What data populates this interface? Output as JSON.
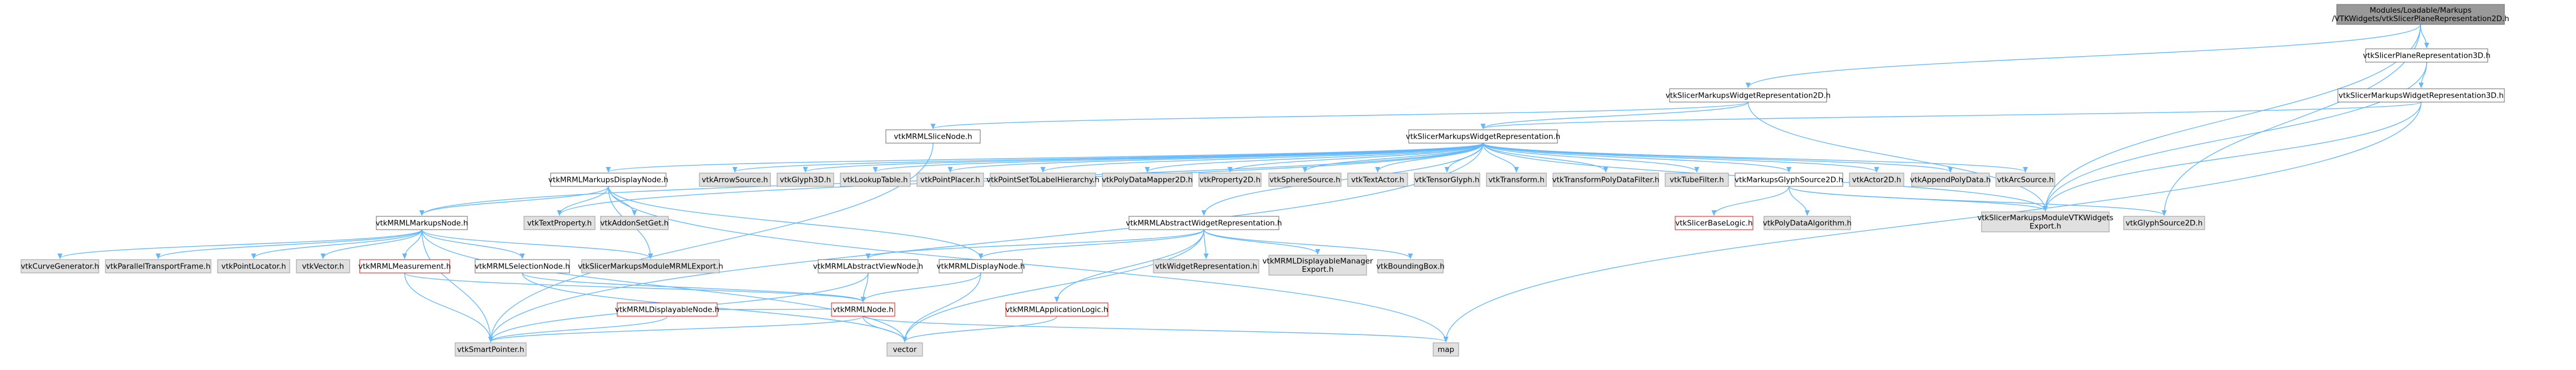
{
  "diagram": {
    "colors": {
      "focus_fill": "#999999",
      "focus_border": "#666666",
      "normal_fill": "#ffffff",
      "normal_border": "#666666",
      "external_fill": "#e0e0e0",
      "external_border": "#999999",
      "red_border": "#ff0000",
      "red_text": "#ff0000",
      "edge": "#63b8ff"
    },
    "nodes": [
      {
        "id": "root",
        "kind": "focus",
        "lines": [
          "Modules/Loadable/Markups",
          "/VTKWidgets/vtkSlicerPlaneRepresentation2D.h"
        ]
      },
      {
        "id": "plane3d",
        "kind": "normal",
        "lines": [
          "vtkSlicerPlaneRepresentation3D.h"
        ]
      },
      {
        "id": "mwr2d",
        "kind": "normal",
        "lines": [
          "vtkSlicerMarkupsWidgetRepresentation2D.h"
        ]
      },
      {
        "id": "mwr3d",
        "kind": "normal",
        "lines": [
          "vtkSlicerMarkupsWidgetRepresentation3D.h"
        ]
      },
      {
        "id": "slicenode",
        "kind": "normal",
        "lines": [
          "vtkMRMLSliceNode.h"
        ]
      },
      {
        "id": "mwr",
        "kind": "normal",
        "lines": [
          "vtkSlicerMarkupsWidgetRepresentation.h"
        ]
      },
      {
        "id": "mdn",
        "kind": "normal",
        "lines": [
          "vtkMRMLMarkupsDisplayNode.h"
        ]
      },
      {
        "id": "arrow",
        "kind": "external",
        "lines": [
          "vtkArrowSource.h"
        ]
      },
      {
        "id": "glyph3d",
        "kind": "external",
        "lines": [
          "vtkGlyph3D.h"
        ]
      },
      {
        "id": "lut",
        "kind": "external",
        "lines": [
          "vtkLookupTable.h"
        ]
      },
      {
        "id": "placer",
        "kind": "external",
        "lines": [
          "vtkPointPlacer.h"
        ]
      },
      {
        "id": "pslh",
        "kind": "external",
        "lines": [
          "vtkPointSetToLabelHierarchy.h"
        ]
      },
      {
        "id": "pdm2d",
        "kind": "external",
        "lines": [
          "vtkPolyDataMapper2D.h"
        ]
      },
      {
        "id": "prop2d",
        "kind": "external",
        "lines": [
          "vtkProperty2D.h"
        ]
      },
      {
        "id": "sphere",
        "kind": "external",
        "lines": [
          "vtkSphereSource.h"
        ]
      },
      {
        "id": "textactor",
        "kind": "external",
        "lines": [
          "vtkTextActor.h"
        ]
      },
      {
        "id": "tensorglyph",
        "kind": "external",
        "lines": [
          "vtkTensorGlyph.h"
        ]
      },
      {
        "id": "transform",
        "kind": "external",
        "lines": [
          "vtkTransform.h"
        ]
      },
      {
        "id": "tpdf",
        "kind": "external",
        "lines": [
          "vtkTransformPolyDataFilter.h"
        ]
      },
      {
        "id": "tube",
        "kind": "external",
        "lines": [
          "vtkTubeFilter.h"
        ]
      },
      {
        "id": "mgs2d",
        "kind": "normal",
        "lines": [
          "vtkMarkupsGlyphSource2D.h"
        ]
      },
      {
        "id": "actor2d",
        "kind": "external",
        "lines": [
          "vtkActor2D.h"
        ]
      },
      {
        "id": "appendpd",
        "kind": "external",
        "lines": [
          "vtkAppendPolyData.h"
        ]
      },
      {
        "id": "arcsource",
        "kind": "external",
        "lines": [
          "vtkArcSource.h"
        ]
      },
      {
        "id": "markupsnode",
        "kind": "normal",
        "lines": [
          "vtkMRMLMarkupsNode.h"
        ]
      },
      {
        "id": "textprop",
        "kind": "external",
        "lines": [
          "vtkTextProperty.h"
        ]
      },
      {
        "id": "addonset",
        "kind": "external",
        "lines": [
          "vtkAddonSetGet.h"
        ]
      },
      {
        "id": "amwr",
        "kind": "normal",
        "lines": [
          "vtkMRMLAbstractWidgetRepresentation.h"
        ]
      },
      {
        "id": "baselogic",
        "kind": "red",
        "lines": [
          "vtkSlicerBaseLogic.h"
        ]
      },
      {
        "id": "pda",
        "kind": "external",
        "lines": [
          "vtkPolyDataAlgorithm.h"
        ]
      },
      {
        "id": "vtkwexport",
        "kind": "external",
        "lines": [
          "vtkSlicerMarkupsModuleVTKWidgets",
          "Export.h"
        ]
      },
      {
        "id": "glyphsrc2d",
        "kind": "external",
        "lines": [
          "vtkGlyphSource2D.h"
        ]
      },
      {
        "id": "curvegen",
        "kind": "external",
        "lines": [
          "vtkCurveGenerator.h"
        ]
      },
      {
        "id": "ptf",
        "kind": "external",
        "lines": [
          "vtkParallelTransportFrame.h"
        ]
      },
      {
        "id": "ptlocator",
        "kind": "external",
        "lines": [
          "vtkPointLocator.h"
        ]
      },
      {
        "id": "vector_h",
        "kind": "external",
        "lines": [
          "vtkVector.h"
        ]
      },
      {
        "id": "measurement",
        "kind": "red",
        "lines": [
          "vtkMRMLMeasurement.h"
        ]
      },
      {
        "id": "selectionnode",
        "kind": "normal",
        "lines": [
          "vtkMRMLSelectionNode.h"
        ]
      },
      {
        "id": "mrmlexport",
        "kind": "external",
        "lines": [
          "vtkSlicerMarkupsModuleMRMLExport.h"
        ]
      },
      {
        "id": "aviewnode",
        "kind": "normal",
        "lines": [
          "vtkMRMLAbstractViewNode.h"
        ]
      },
      {
        "id": "displaynode",
        "kind": "normal",
        "lines": [
          "vtkMRMLDisplayNode.h"
        ]
      },
      {
        "id": "widgetrep",
        "kind": "external",
        "lines": [
          "vtkWidgetRepresentation.h"
        ]
      },
      {
        "id": "dmexport",
        "kind": "external",
        "lines": [
          "vtkMRMLDisplayableManager",
          "Export.h"
        ]
      },
      {
        "id": "bbox",
        "kind": "external",
        "lines": [
          "vtkBoundingBox.h"
        ]
      },
      {
        "id": "displayablenode",
        "kind": "red",
        "lines": [
          "vtkMRMLDisplayableNode.h"
        ]
      },
      {
        "id": "mrmlnode",
        "kind": "red",
        "lines": [
          "vtkMRMLNode.h"
        ]
      },
      {
        "id": "applogic",
        "kind": "red",
        "lines": [
          "vtkMRMLApplicationLogic.h"
        ]
      },
      {
        "id": "smartptr",
        "kind": "external",
        "lines": [
          "vtkSmartPointer.h"
        ]
      },
      {
        "id": "vector",
        "kind": "external",
        "lines": [
          "vector"
        ]
      },
      {
        "id": "map",
        "kind": "external",
        "lines": [
          "map"
        ]
      }
    ],
    "edges": [
      [
        "root",
        "plane3d"
      ],
      [
        "root",
        "mwr2d"
      ],
      [
        "root",
        "vtkwexport"
      ],
      [
        "root",
        "glyphsrc2d"
      ],
      [
        "plane3d",
        "mwr3d"
      ],
      [
        "plane3d",
        "vtkwexport"
      ],
      [
        "mwr2d",
        "slicenode"
      ],
      [
        "mwr2d",
        "mwr"
      ],
      [
        "mwr2d",
        "vtkwexport"
      ],
      [
        "mwr3d",
        "mwr"
      ],
      [
        "mwr3d",
        "vtkwexport"
      ],
      [
        "mwr3d",
        "map"
      ],
      [
        "mwr",
        "mdn"
      ],
      [
        "mwr",
        "arrow"
      ],
      [
        "mwr",
        "glyph3d"
      ],
      [
        "mwr",
        "lut"
      ],
      [
        "mwr",
        "placer"
      ],
      [
        "mwr",
        "pslh"
      ],
      [
        "mwr",
        "pdm2d"
      ],
      [
        "mwr",
        "prop2d"
      ],
      [
        "mwr",
        "sphere"
      ],
      [
        "mwr",
        "textactor"
      ],
      [
        "mwr",
        "tensorglyph"
      ],
      [
        "mwr",
        "transform"
      ],
      [
        "mwr",
        "tpdf"
      ],
      [
        "mwr",
        "tube"
      ],
      [
        "mwr",
        "mgs2d"
      ],
      [
        "mwr",
        "actor2d"
      ],
      [
        "mwr",
        "appendpd"
      ],
      [
        "mwr",
        "arcsource"
      ],
      [
        "mwr",
        "markupsnode"
      ],
      [
        "mwr",
        "textprop"
      ],
      [
        "mwr",
        "amwr"
      ],
      [
        "mwr",
        "vtkwexport"
      ],
      [
        "mwr",
        "smartptr"
      ],
      [
        "mdn",
        "markupsnode"
      ],
      [
        "mdn",
        "textprop"
      ],
      [
        "mdn",
        "addonset"
      ],
      [
        "mdn",
        "mrmlexport"
      ],
      [
        "mdn",
        "displaynode"
      ],
      [
        "mdn",
        "map"
      ],
      [
        "mgs2d",
        "baselogic"
      ],
      [
        "mgs2d",
        "pda"
      ],
      [
        "mgs2d",
        "vtkwexport"
      ],
      [
        "mgs2d",
        "glyphsrc2d"
      ],
      [
        "markupsnode",
        "curvegen"
      ],
      [
        "markupsnode",
        "ptf"
      ],
      [
        "markupsnode",
        "ptlocator"
      ],
      [
        "markupsnode",
        "vector_h"
      ],
      [
        "markupsnode",
        "measurement"
      ],
      [
        "markupsnode",
        "selectionnode"
      ],
      [
        "markupsnode",
        "mrmlexport"
      ],
      [
        "markupsnode",
        "smartptr"
      ],
      [
        "markupsnode",
        "vector"
      ],
      [
        "amwr",
        "aviewnode"
      ],
      [
        "amwr",
        "displaynode"
      ],
      [
        "amwr",
        "widgetrep"
      ],
      [
        "amwr",
        "dmexport"
      ],
      [
        "amwr",
        "bbox"
      ],
      [
        "amwr",
        "applogic"
      ],
      [
        "amwr",
        "vector"
      ],
      [
        "measurement",
        "mrmlnode"
      ],
      [
        "measurement",
        "smartptr"
      ],
      [
        "selectionnode",
        "mrmlnode"
      ],
      [
        "selectionnode",
        "vector"
      ],
      [
        "aviewnode",
        "mrmlnode"
      ],
      [
        "aviewnode",
        "smartptr"
      ],
      [
        "displaynode",
        "mrmlnode"
      ],
      [
        "displaynode",
        "vector"
      ],
      [
        "displayablenode",
        "mrmlnode"
      ],
      [
        "displayablenode",
        "smartptr"
      ],
      [
        "mrmlnode",
        "vector"
      ],
      [
        "mrmlnode",
        "map"
      ],
      [
        "mrmlnode",
        "smartptr"
      ],
      [
        "applogic",
        "vector"
      ],
      [
        "slicenode",
        "smartptr"
      ]
    ]
  }
}
